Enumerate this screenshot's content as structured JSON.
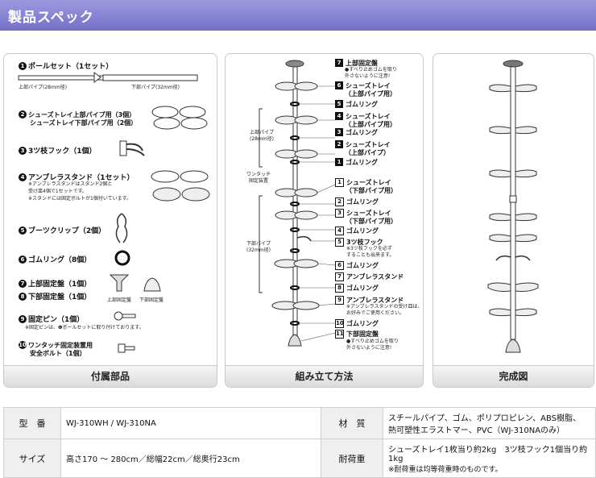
{
  "header": {
    "title": "製品スペック"
  },
  "panels": {
    "parts": {
      "caption": "付属部品",
      "items": [
        {
          "num": "1",
          "label": "ポールセット（1セット）"
        },
        {
          "num": "2",
          "label": "シューズトレイ上部パイプ用（3個）",
          "label2": "シューズトレイ下部パイプ用（2個）"
        },
        {
          "num": "3",
          "label": "3ツ枝フック（1個）"
        },
        {
          "num": "4",
          "label": "アンブレラスタンド（1セット）",
          "note1": "※アンブレラスタンドはスタンド2個と",
          "note2": "受け皿4個で1セットです。",
          "note3": "※スタンドには固定ボルトが1個付いています。"
        },
        {
          "num": "5",
          "label": "ブーツクリップ（2個）"
        },
        {
          "num": "6",
          "label": "ゴムリング（8個）"
        },
        {
          "num": "7",
          "label": "上部固定盤（1個）"
        },
        {
          "num": "8",
          "label": "下部固定盤（1個）"
        },
        {
          "num": "9",
          "label": "固定ピン（1個）",
          "note1": "※固定ピンは、❶ポールセットに取り付けております。"
        },
        {
          "num": "10",
          "label": "ワンタッチ固定装置用",
          "label2": "安全ボルト（1個）"
        }
      ],
      "pipe_upper": "上部パイプ(28mm径)",
      "pipe_lower": "下部パイプ(32mm径)",
      "fix_top": "上部固定盤",
      "fix_bottom": "下部固定盤"
    },
    "assembly": {
      "caption": "組み立て方法",
      "steps": [
        {
          "no": "7",
          "label": "上部固定盤",
          "sub": "●すべり止めゴムを取り",
          "sub2": "外さないように注意!"
        },
        {
          "no": "6",
          "label": "シューズトレイ",
          "sub": "（上部パイプ用）"
        },
        {
          "no": "5",
          "label": "ゴムリング"
        },
        {
          "no": "4",
          "label": "シューズトレイ",
          "sub": "（上部パイプ用）"
        },
        {
          "no": "3",
          "label": "ゴムリング"
        },
        {
          "no": "2",
          "label": "シューズトレイ",
          "sub": "（上部パイプ）"
        },
        {
          "no": "1",
          "label": "ゴムリング"
        },
        {
          "no": "1",
          "label": "シューズトレイ",
          "sub": "（下部パイプ用）"
        },
        {
          "no": "2",
          "label": "ゴムリング"
        },
        {
          "no": "3",
          "label": "シューズトレイ",
          "sub": "（下部パイプ用）"
        },
        {
          "no": "4",
          "label": "ゴムリング"
        },
        {
          "no": "5",
          "label": "3ツ枝フック",
          "sub": "※3ツ枝フックを必ず",
          "sub2": "することも出来ます。"
        },
        {
          "no": "6",
          "label": "ゴムリング"
        },
        {
          "no": "7",
          "label": "アンブレラスタンド"
        },
        {
          "no": "8",
          "label": "ゴムリング"
        },
        {
          "no": "9",
          "label": "アンブレラスタンド",
          "sub": "※アンブレラスタンドの受け皿は、",
          "sub2": "お好みでご使用ください。"
        },
        {
          "no": "10",
          "label": "ゴムリング"
        },
        {
          "no": "11",
          "label": "下部固定盤",
          "sub": "●すべり止めゴムを取り",
          "sub2": "外さないように注意!"
        }
      ],
      "upper_pipe": "上部パイプ",
      "upper_pipe_size": "(28mm径)",
      "onetouch": "ワンタッチ",
      "onetouch2": "固定装置",
      "lower_pipe": "下部パイプ",
      "lower_pipe_size": "(32mm径)"
    },
    "complete": {
      "caption": "完成図"
    }
  },
  "spec": {
    "model_label": "型　番",
    "model_value": "WJ-310WH / WJ-310NA",
    "material_label": "材　質",
    "material_value1": "スチールパイプ、ゴム、ポリプロピレン、ABS樹脂、",
    "material_value2": "熱可塑性エラストマー、PVC（WJ-310NAのみ）",
    "size_label": "サイズ",
    "size_value": "高さ170 〜 280cm／総幅22cm／総奥行23cm",
    "load_label": "耐荷重",
    "load_value1": "シューズトレイ1枚当り約2kg　3ツ枝フック1個当り約1kg",
    "load_value2": "※耐荷重は均等荷重時のものです。"
  }
}
